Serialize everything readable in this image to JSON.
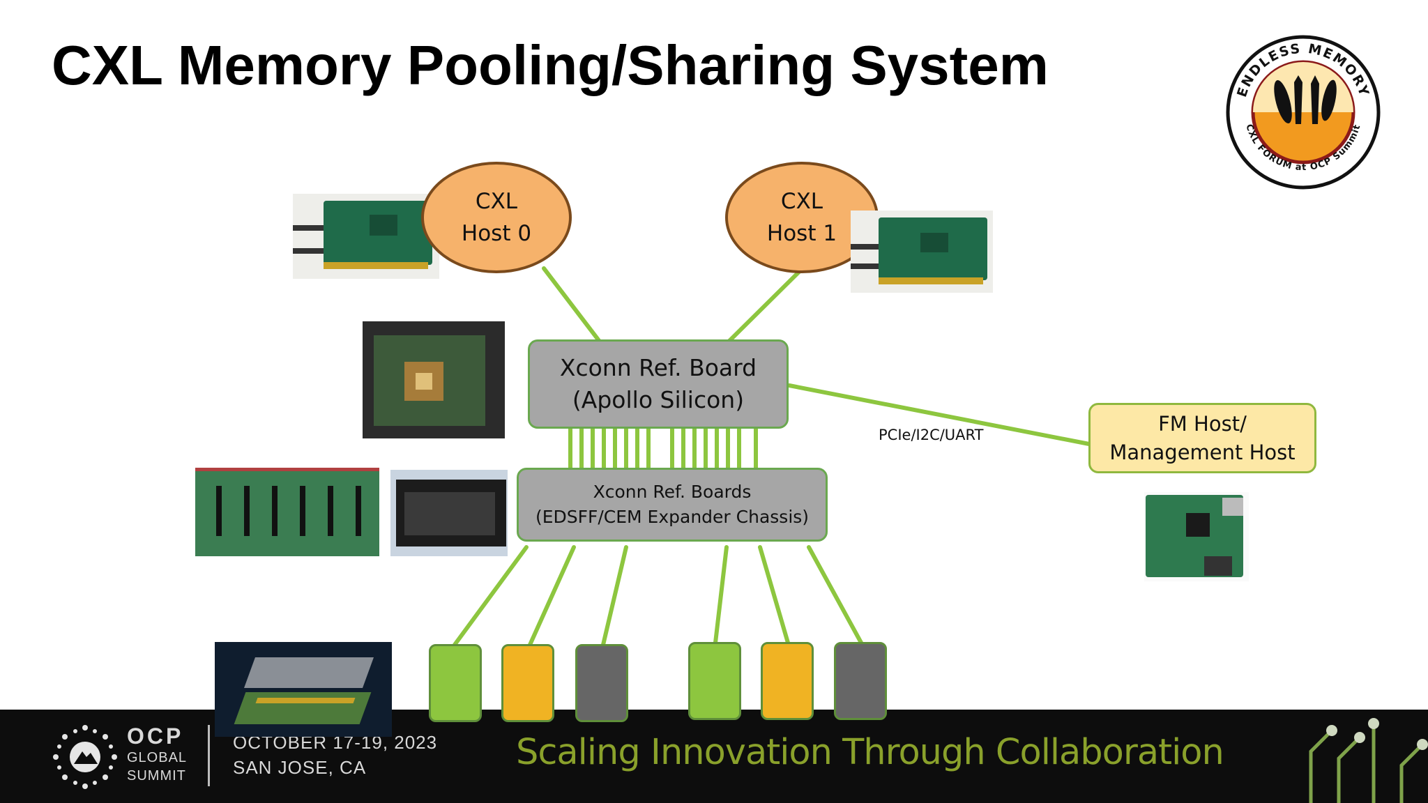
{
  "title": "CXL Memory Pooling/Sharing System",
  "logo": {
    "top_text": "ENDLESS MEMORY",
    "bottom_text": "CXL FORUM at OCP Summit"
  },
  "hosts": [
    {
      "line1": "CXL",
      "line2": "Host 0"
    },
    {
      "line1": "CXL",
      "line2": "Host 1"
    }
  ],
  "switch_board": {
    "line1": "Xconn Ref. Board",
    "line2": "(Apollo Silicon)"
  },
  "expander": {
    "line1": "Xconn Ref. Boards",
    "line2": "(EDSFF/CEM Expander Chassis)"
  },
  "fm_host": {
    "line1": "FM Host/",
    "line2": "Management Host"
  },
  "link_label": "PCIe/I2C/UART",
  "memory_devices": [
    {
      "color": "#8dc63f"
    },
    {
      "color": "#f0b323"
    },
    {
      "color": "#666666"
    },
    {
      "color": "#8dc63f"
    },
    {
      "color": "#f0b323"
    },
    {
      "color": "#666666"
    }
  ],
  "colors": {
    "wire": "#8dc63f",
    "host_fill": "#f6b26b",
    "board_fill": "#a6a6a6",
    "fm_fill": "#fde8a6"
  },
  "footer": {
    "ocp": "OCP",
    "global": "GLOBAL",
    "summit": "SUMMIT",
    "date": "OCTOBER 17-19, 2023",
    "location": "SAN JOSE, CA",
    "tagline": "Scaling Innovation Through Collaboration"
  }
}
